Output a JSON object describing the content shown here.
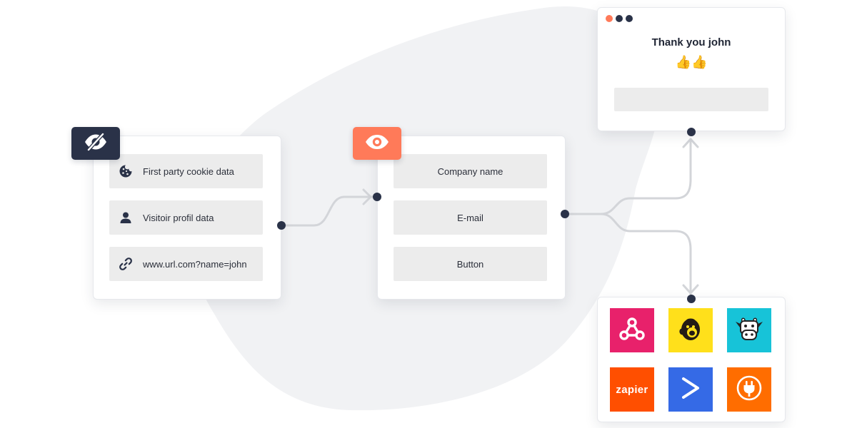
{
  "source_card": {
    "badge_icon": "eye-off-icon",
    "badge_color": "#2a3248",
    "rows": [
      {
        "icon": "cookie-icon",
        "label": "First party cookie data"
      },
      {
        "icon": "user-icon",
        "label": "Visitoir profil data"
      },
      {
        "icon": "link-icon",
        "label": "www.url.com?name=john"
      }
    ]
  },
  "form_card": {
    "badge_icon": "eye-icon",
    "badge_color": "#ff7a59",
    "rows": [
      {
        "label": "Company name"
      },
      {
        "label": "E-mail"
      },
      {
        "label": "Button"
      }
    ]
  },
  "thank_you_card": {
    "window_dots": [
      "#ff7a59",
      "#2a3248",
      "#2a3248"
    ],
    "title": "Thank you john",
    "emoji": "👍👍"
  },
  "integrations": {
    "tiles": [
      {
        "icon": "webhook-icon",
        "color": "#e8216b"
      },
      {
        "icon": "mailchimp-icon",
        "color": "#ffe01b"
      },
      {
        "icon": "cow-icon",
        "color": "#17c3d8"
      },
      {
        "icon": "zapier-icon",
        "color": "#ff4f00",
        "label": "zapier"
      },
      {
        "icon": "activecampaign-icon",
        "color": "#356ae6"
      },
      {
        "icon": "plug-icon",
        "color": "#ff6d00"
      }
    ]
  },
  "colors": {
    "node": "#2a3248",
    "connector": "#d3d5d9",
    "blob": "#f1f2f4"
  }
}
